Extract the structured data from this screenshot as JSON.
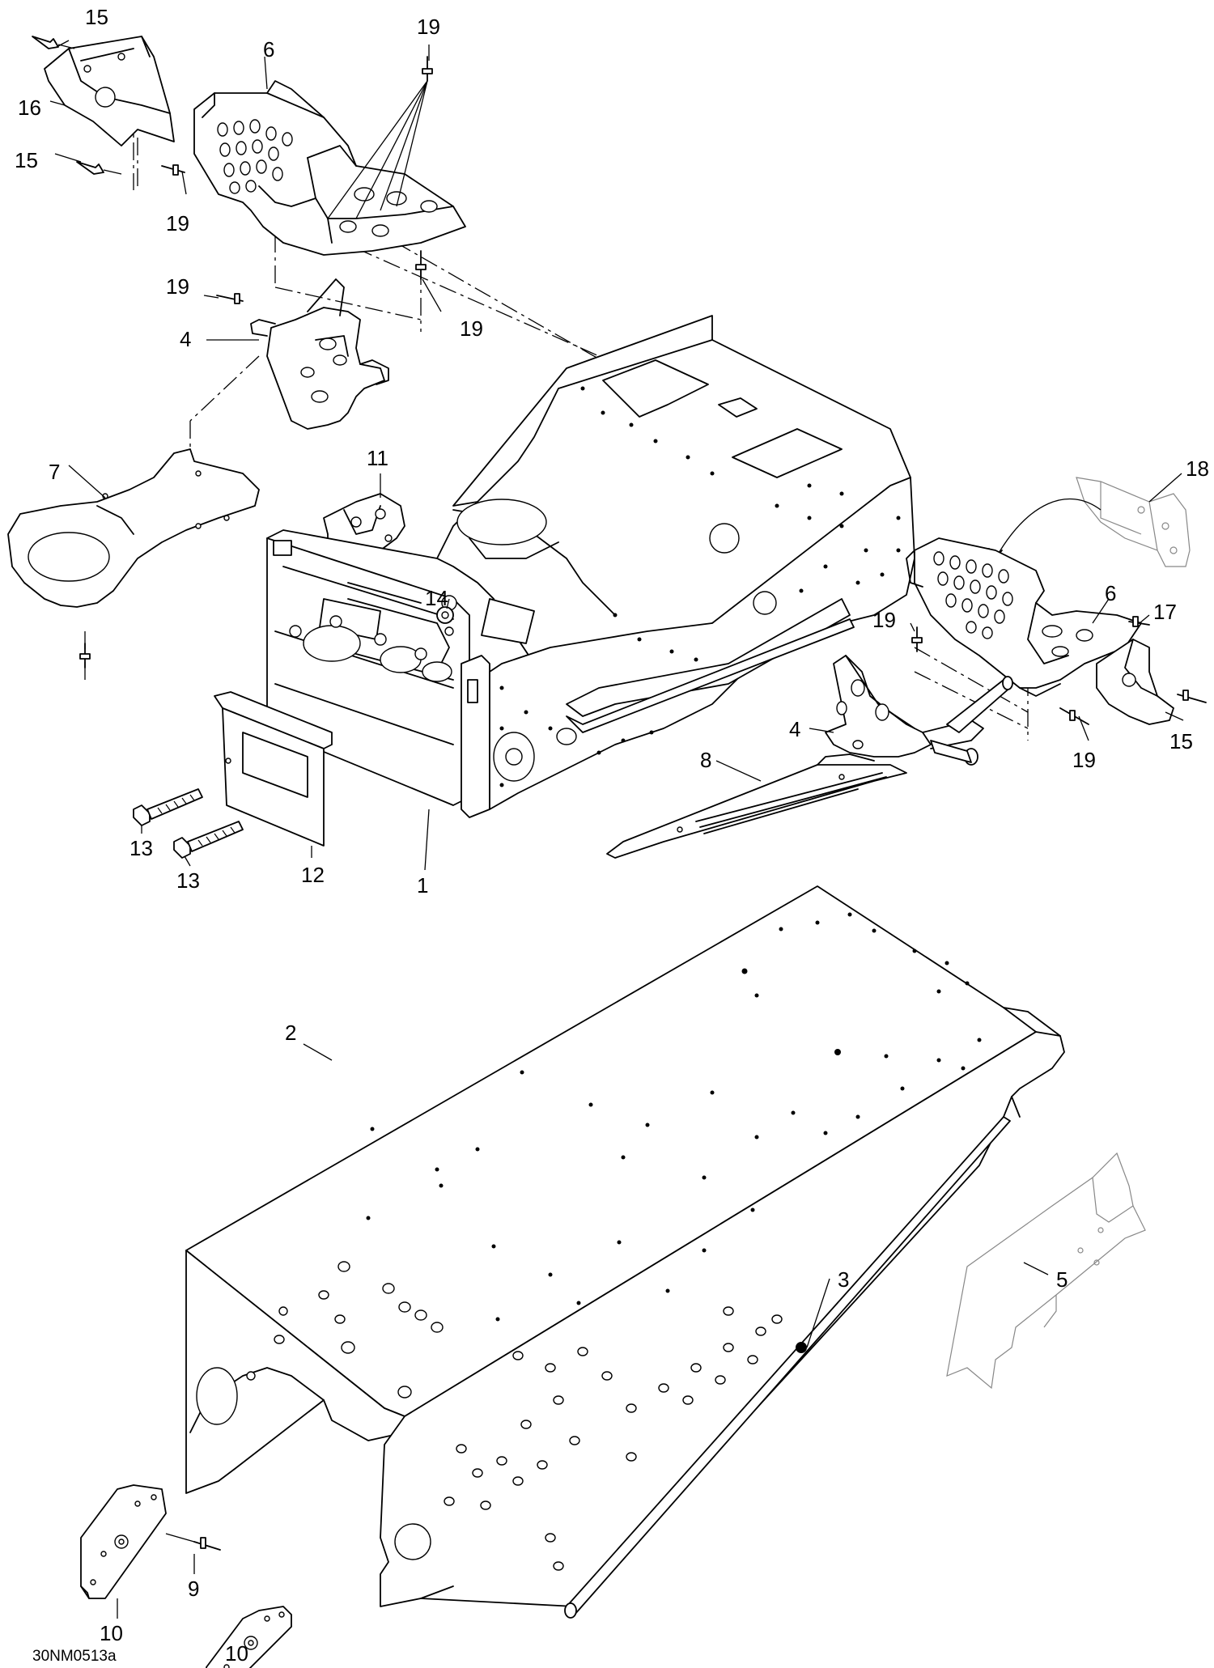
{
  "figure": {
    "code": "30NM0513a"
  },
  "callouts": [
    {
      "id": "c15a",
      "label": "15"
    },
    {
      "id": "c16",
      "label": "16"
    },
    {
      "id": "c15b",
      "label": "15"
    },
    {
      "id": "c19a",
      "label": "19"
    },
    {
      "id": "c6a",
      "label": "6"
    },
    {
      "id": "c19b",
      "label": "19"
    },
    {
      "id": "c19c",
      "label": "19"
    },
    {
      "id": "c4a",
      "label": "4"
    },
    {
      "id": "c19d",
      "label": "19"
    },
    {
      "id": "c7",
      "label": "7"
    },
    {
      "id": "c11",
      "label": "11"
    },
    {
      "id": "c14",
      "label": "14"
    },
    {
      "id": "c18",
      "label": "18"
    },
    {
      "id": "c6b",
      "label": "6"
    },
    {
      "id": "c19e",
      "label": "19"
    },
    {
      "id": "c17",
      "label": "17"
    },
    {
      "id": "c15c",
      "label": "15"
    },
    {
      "id": "c19f",
      "label": "19"
    },
    {
      "id": "c4b",
      "label": "4"
    },
    {
      "id": "c8",
      "label": "8"
    },
    {
      "id": "c13a",
      "label": "13"
    },
    {
      "id": "c13b",
      "label": "13"
    },
    {
      "id": "c12",
      "label": "12"
    },
    {
      "id": "c1",
      "label": "1"
    },
    {
      "id": "c2",
      "label": "2"
    },
    {
      "id": "c3",
      "label": "3"
    },
    {
      "id": "c5",
      "label": "5"
    },
    {
      "id": "c9",
      "label": "9"
    },
    {
      "id": "c10a",
      "label": "10"
    },
    {
      "id": "c10b",
      "label": "10"
    }
  ]
}
